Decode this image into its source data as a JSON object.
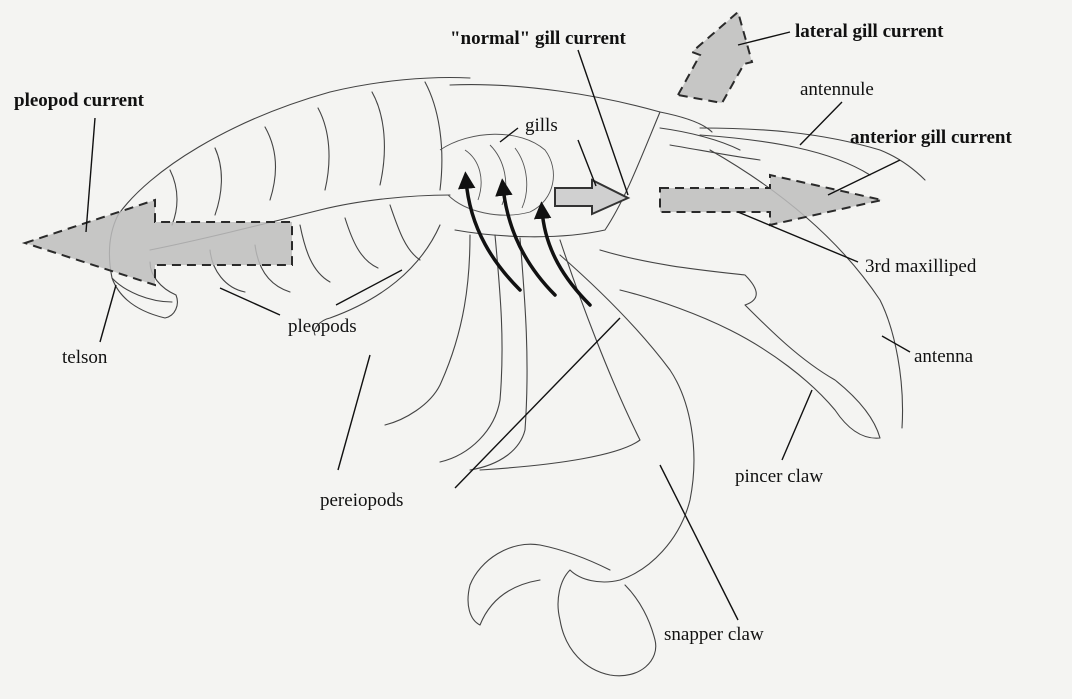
{
  "labels": {
    "pleopod_current": "pleopod current",
    "normal_gill_current": "\"normal\" gill current",
    "lateral_gill_current": "lateral gill current",
    "antennule": "antennule",
    "anterior_gill_current": "anterior gill current",
    "gills": "gills",
    "third_maxilliped": "3rd maxilliped",
    "telson": "telson",
    "pleopods": "pleopods",
    "antenna": "antenna",
    "pereiopods": "pereiopods",
    "pincer_claw": "pincer claw",
    "snapper_claw": "snapper claw"
  },
  "colors": {
    "background": "#f4f4f2",
    "outline": "#444444",
    "current_fill": "#bdbdbd",
    "text": "#111111"
  }
}
